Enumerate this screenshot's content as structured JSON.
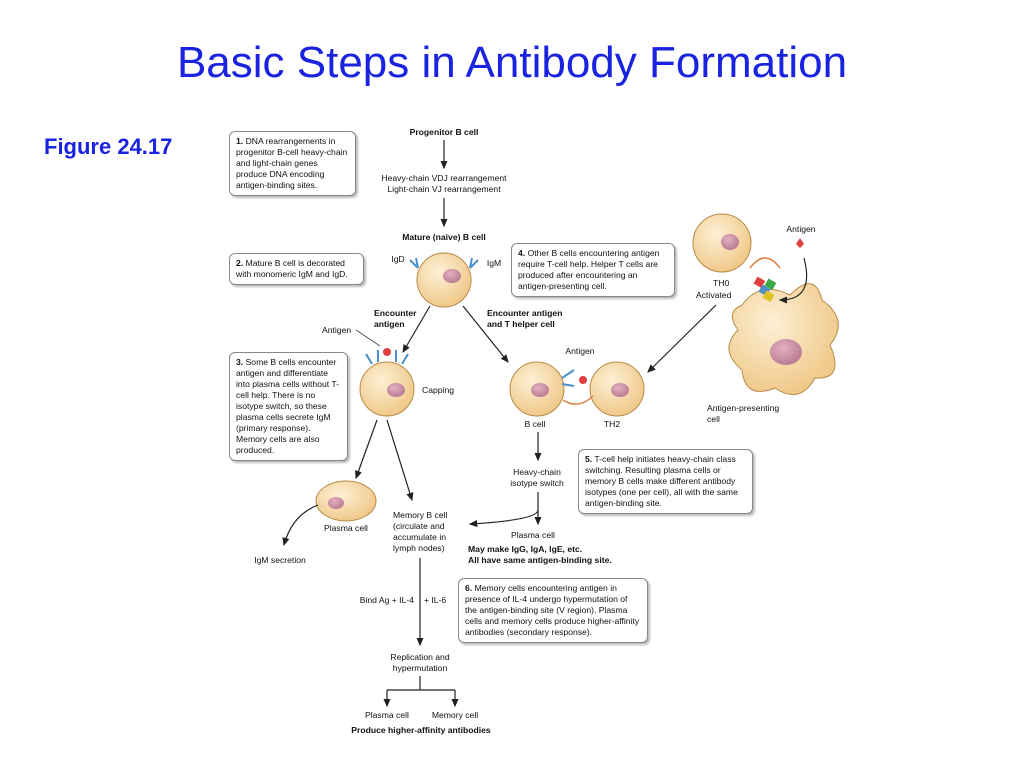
{
  "slide": {
    "title": "Basic Steps in Antibody Formation",
    "figure_label": "Figure 24.17"
  },
  "diagram": {
    "labels": {
      "progenitor": "Progenitor B cell",
      "vdj1": "Heavy-chain VDJ rearrangement",
      "vdj2": "Light-chain VJ rearrangement",
      "mature": "Mature (naive) B cell",
      "igd": "IgD",
      "igm": "IgM",
      "encounter1": "Encounter",
      "encounter2": "antigen",
      "encounter_t1": "Encounter antigen",
      "encounter_t2": "and T helper cell",
      "antigen_left": "Antigen",
      "capping": "Capping",
      "antigen_mid": "Antigen",
      "bcell": "B cell",
      "th2": "TH2",
      "th0": "TH0",
      "activated": "Activated",
      "antigen_right": "Antigen",
      "apc1": "Antigen-presenting",
      "apc2": "cell",
      "plasma_cell_left": "Plasma cell",
      "igm_secretion": "IgM secretion",
      "memory1": "Memory B cell",
      "memory2": "(circulate and",
      "memory3": "accumulate in",
      "memory4": "lymph nodes)",
      "hc1": "Heavy-chain",
      "hc2": "isotype switch",
      "plasma_cell_mid": "Plasma cell",
      "may_make": "May make IgG, IgA, IgE, etc.",
      "all_have": "All have same antigen-binding site.",
      "bind_ag": "Bind Ag + IL-4",
      "il6": "+ IL-6",
      "rep1": "Replication and",
      "rep2": "hypermutation",
      "plasma_cell_bottom": "Plasma cell",
      "memory_cell_bottom": "Memory cell",
      "produce": "Produce higher-affinity antibodies"
    },
    "steps": [
      {
        "num": "1.",
        "text": "DNA rearrangements in progenitor B-cell heavy-chain and light-chain genes produce DNA encoding antigen-binding sites."
      },
      {
        "num": "2.",
        "text": "Mature B cell is decorated with monomeric IgM and IgD."
      },
      {
        "num": "3.",
        "text": "Some B cells encounter antigen and differentiate into plasma cells without T-cell help. There is no isotype switch, so these plasma cells secrete IgM (primary response). Memory cells are also produced."
      },
      {
        "num": "4.",
        "text": "Other B cells encountering antigen require T-cell help. Helper T cells are produced after encountering an antigen-presenting cell."
      },
      {
        "num": "5.",
        "text": "T-cell help initiates heavy-chain class switching. Resulting plasma cells or memory B cells make different antibody isotypes (one per cell), all with the same antigen-binding site."
      },
      {
        "num": "6.",
        "text": "Memory cells encountering antigen in presence of IL-4 undergo hypermutation of the antigen-binding site (V region). Plasma cells and memory cells produce higher-affinity antibodies (secondary response)."
      }
    ],
    "colors": {
      "cell_fill": "#f5d9a8",
      "cell_stroke": "#b98a4a",
      "nucleus": "#c98ca0",
      "receptor": "#4a90c8",
      "antigen": "#e04040",
      "title_blue": "#1a23e0"
    }
  }
}
